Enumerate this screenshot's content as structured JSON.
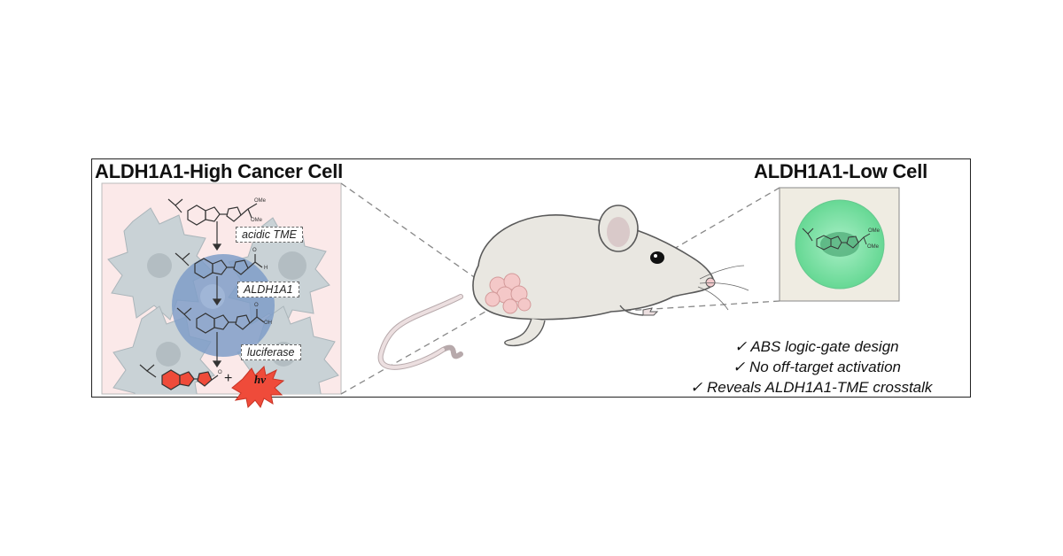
{
  "panels": {
    "high": {
      "title": "ALDH1A1-High Cancer Cell"
    },
    "low": {
      "title": "ALDH1A1-Low Cell"
    }
  },
  "pathway": {
    "steps": [
      "acidic TME",
      "ALDH1A1",
      "luciferase"
    ],
    "product_plus": "+",
    "light_label": "hv"
  },
  "chem_labels": {
    "ome": "OMe",
    "h": "H",
    "oh": "OH",
    "o": "O"
  },
  "features": [
    "✓ ABS logic-gate design",
    "✓ No off-target activation",
    "✓ Reveals ALDH1A1-TME crosstalk"
  ],
  "colors": {
    "high_panel_bg": "#fbe9e9",
    "cell_grey": "#c9d2d6",
    "nucleus_blue": "#7f9dc8",
    "low_panel_bg": "#efece2",
    "green_cell": "#7ee0a6",
    "tumor_pink": "#f4c8c8",
    "mouse_body": "#e9e7e1",
    "mouse_tail": "#ecdfe0",
    "product_red": "#ef4b3a"
  }
}
